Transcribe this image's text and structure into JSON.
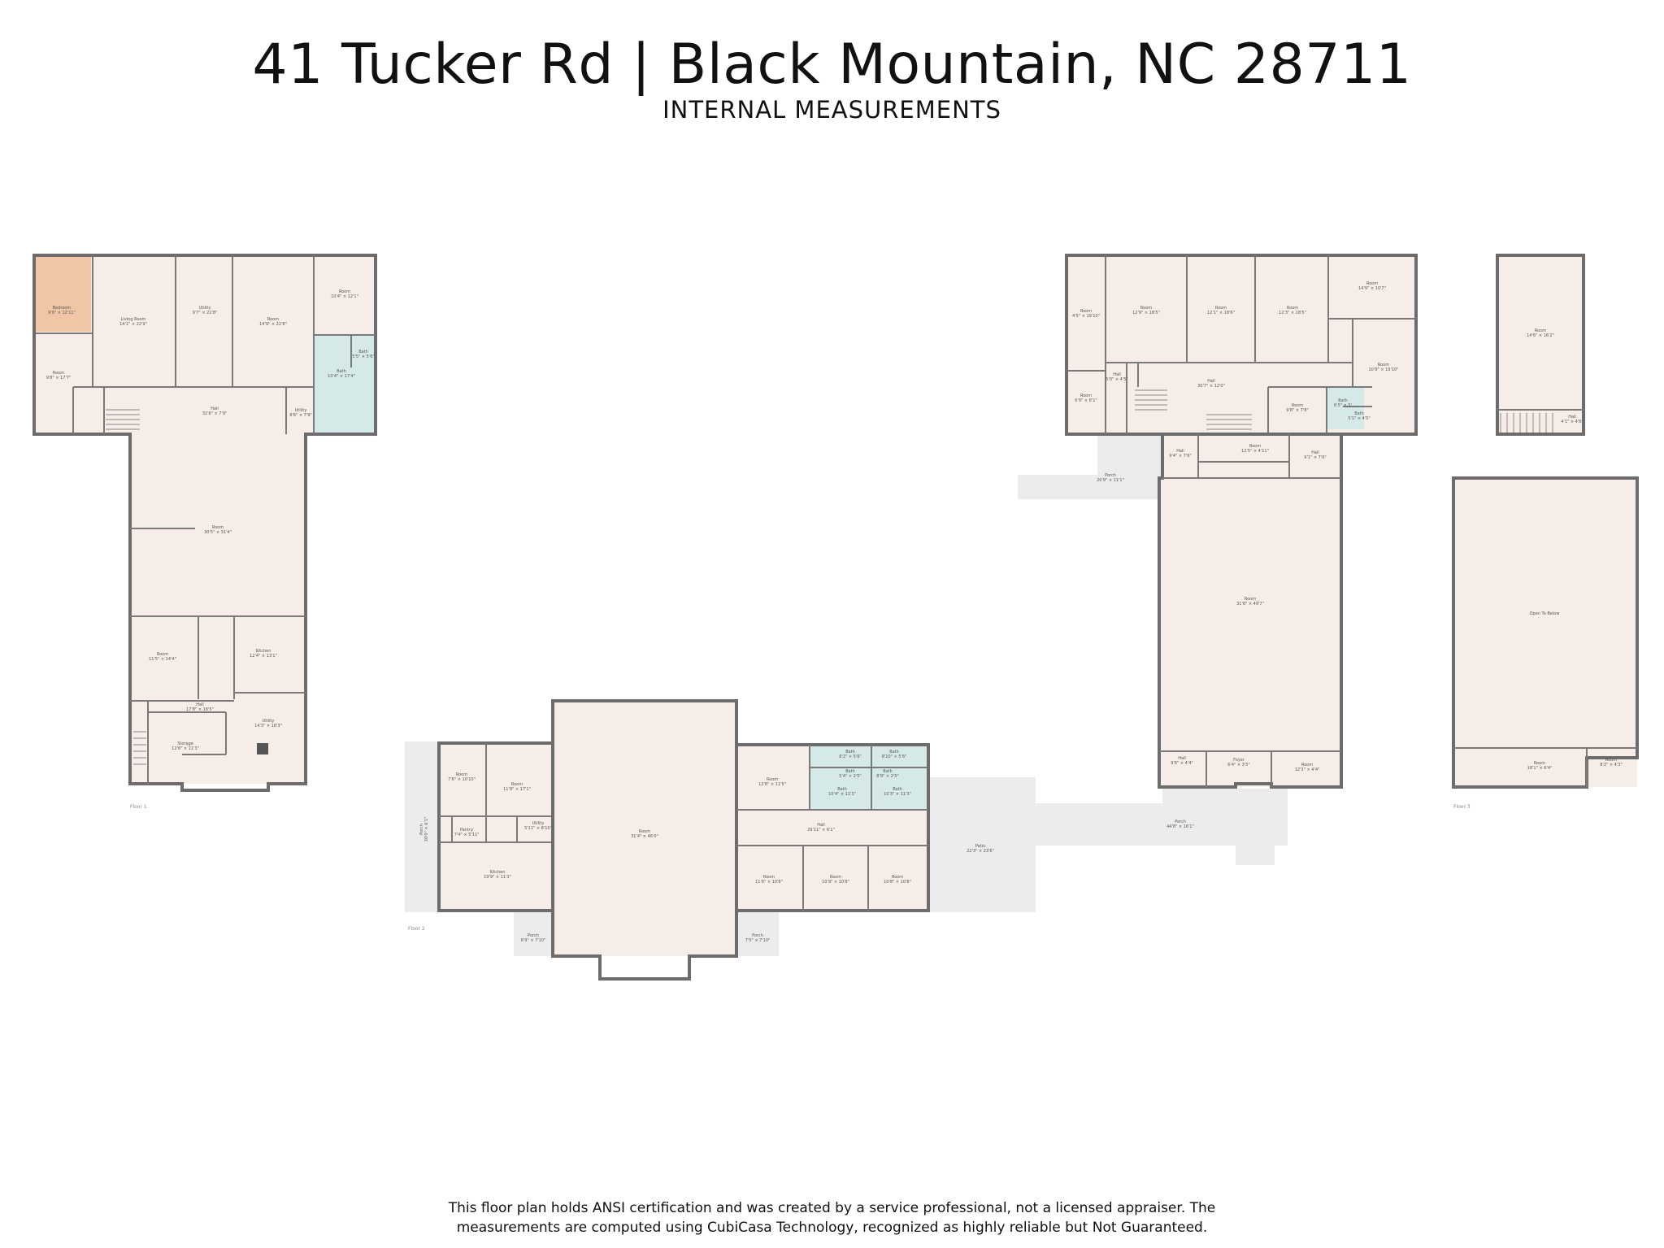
{
  "header": {
    "title": "41 Tucker Rd | Black Mountain, NC 28711",
    "subtitle": "INTERNAL MEASUREMENTS"
  },
  "footer": {
    "line1": "This floor plan holds ANSI certification and was created by a service professional, not a licensed appraiser. The",
    "line2": "measurements are computed using CubiCasa Technology, recognized as highly reliable but Not Guaranteed."
  },
  "colors": {
    "room": "#f6ece8",
    "bath": "#d6e9e9",
    "bedroom": "#f1c6a6",
    "outdoor": "#ececec",
    "wall": "#6c6c6c"
  },
  "floors": {
    "floor1": "Floor 1",
    "floor2": "Floor 2",
    "floor3": "Floor 3"
  },
  "rooms": {
    "f1_bedroom": [
      "Bedroom",
      "9'9\" × 12'11\""
    ],
    "f1_room_a": [
      "Room",
      "9'8\" × 17'7\""
    ],
    "f1_living": [
      "Living Room",
      "14'1\" × 22'9\""
    ],
    "f1_utility_a": [
      "Utility",
      "9'7\" × 22'8\""
    ],
    "f1_room_b": [
      "Room",
      "14'9\" × 22'8\""
    ],
    "f1_room_c": [
      "Room",
      "10'4\" × 12'1\""
    ],
    "f1_bath_a": [
      "Bath",
      "5'5\" × 5'6\""
    ],
    "f1_bath_b": [
      "Bath",
      "10'4\" × 17'4\""
    ],
    "f1_hall_a": [
      "Hall",
      "31'8\" × 7'9\""
    ],
    "f1_utility_b": [
      "Utility",
      "8'6\" × 7'9\""
    ],
    "f1_room_big": [
      "Room",
      "30'5\" × 31'4\""
    ],
    "f1_room_d": [
      "Room",
      "11'5\" × 14'4\""
    ],
    "f1_kitchen": [
      "Kitchen",
      "12'4\" × 13'1\""
    ],
    "f1_hall_b": [
      "Hall",
      "17'8\" × 16'5\""
    ],
    "f1_utility_c": [
      "Utility",
      "14'3\" × 16'3\""
    ],
    "f1_storage": [
      "Storage",
      "12'6\" × 11'3\""
    ],
    "f2_room_a": [
      "Room",
      "7'6\" × 10'10\""
    ],
    "f2_room_b": [
      "Room",
      "11'9\" × 17'1\""
    ],
    "f2_pantry": [
      "Pantry",
      "7'4\" × 5'11\""
    ],
    "f2_utility": [
      "Utility",
      "5'11\" × 8'10\""
    ],
    "f2_kitchen": [
      "Kitchen",
      "19'9\" × 11'3\""
    ],
    "f2_porch_side": [
      "Porch",
      "30'0\" × 6'1\""
    ],
    "f2_porch_a": [
      "Porch",
      "6'9\" × 7'10\""
    ],
    "f2_great": [
      "Room",
      "31'4\" × 46'0\""
    ],
    "f2_porch_b": [
      "Porch",
      "7'5\" × 7'10\""
    ],
    "f2_room_c": [
      "Room",
      "12'8\" × 11'5\""
    ],
    "f2_bath_a": [
      "Bath",
      "8'2\" × 5'6\""
    ],
    "f2_bath_b": [
      "Bath",
      "8'10\" × 5'6\""
    ],
    "f2_bath_c": [
      "Bath",
      "5'4\" × 2'5\""
    ],
    "f2_bath_d": [
      "Bath",
      "8'9\" × 2'5\""
    ],
    "f2_bath_e": [
      "Bath",
      "10'4\" × 11'3\""
    ],
    "f2_bath_f": [
      "Bath",
      "10'3\" × 11'3\""
    ],
    "f2_hall_a": [
      "Hall",
      "29'11\" × 6'1\""
    ],
    "f2_room_d": [
      "Room",
      "11'6\" × 10'8\""
    ],
    "f2_room_e": [
      "Room",
      "10'9\" × 10'8\""
    ],
    "f2_room_f": [
      "Room",
      "10'8\" × 10'8\""
    ],
    "f2_patio": [
      "Patio",
      "22'3\" × 23'6\""
    ],
    "f2_porch_c": [
      "Porch",
      "44'8\" × 16'1\""
    ],
    "f2_room_g": [
      "Room",
      "4'5\" × 19'10\""
    ],
    "f2_room_h": [
      "Room",
      "12'9\" × 18'5\""
    ],
    "f2_room_i": [
      "Room",
      "12'1\" × 18'6\""
    ],
    "f2_room_j": [
      "Room",
      "12'3\" × 18'5\""
    ],
    "f2_room_k": [
      "Room",
      "14'9\" × 10'7\""
    ],
    "f2_room_l": [
      "Room",
      "10'9\" × 19'10\""
    ],
    "f2_hall_b": [
      "Hall",
      "5'0\" × 4'5\""
    ],
    "f2_hall_c": [
      "Hall",
      "30'7\" × 12'0\""
    ],
    "f2_room_m": [
      "Room",
      "6'9\" × 8'1\""
    ],
    "f2_room_n": [
      "Room",
      "9'8\" × 7'8\""
    ],
    "f2_bath_g": [
      "Bath",
      "6'5\" × 5'"
    ],
    "f2_bath_h": [
      "Bath",
      "5'1\" × 4'5\""
    ],
    "f2_porch_d": [
      "Porch",
      "20'9\" × 11'1\""
    ],
    "f2_hall_d": [
      "Hall",
      "9'4\" × 7'6\""
    ],
    "f2_room_o": [
      "Room",
      "12'5\" × 4'11\""
    ],
    "f2_hall_e": [
      "Hall",
      "9'1\" × 7'6\""
    ],
    "f2_room_big": [
      "Room",
      "31'6\" × 49'7\""
    ],
    "f2_hall_f": [
      "Hall",
      "9'6\" × 4'4\""
    ],
    "f2_foyer": [
      "Foyer",
      "6'4\" × 3'5\""
    ],
    "f2_room_p": [
      "Room",
      "12'3\" × 4'4\""
    ],
    "f3_room_a": [
      "Room",
      "14'6\" × 16'2\""
    ],
    "f3_hall_a": [
      "Hall",
      "4'1\" × 4'6\""
    ],
    "f3_open": [
      "Open To Below",
      ""
    ],
    "f3_room_b": [
      "Room",
      "18'1\" × 6'4\""
    ],
    "f3_room_c": [
      "Room",
      "8'2\" × 4'3\""
    ]
  }
}
